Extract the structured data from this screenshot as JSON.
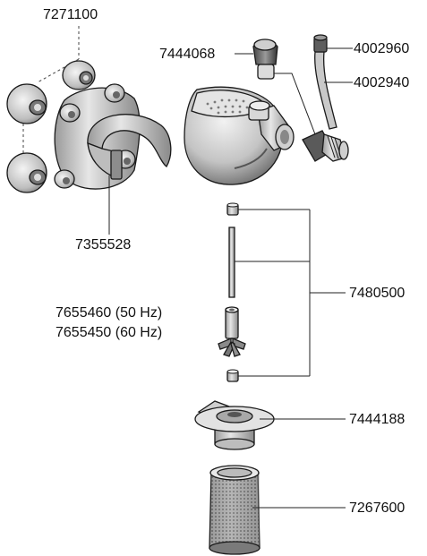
{
  "labels": {
    "suction_cups": "7271100",
    "holder": "7355528",
    "nozzle": "7444068",
    "hose_connector": "4002960",
    "hose": "4002940",
    "impeller_kit": "7480500",
    "impeller_50": "7655460 (50 Hz)",
    "impeller_60": "7655450 (60 Hz)",
    "filter_cover": "7444188",
    "filter_cartridge": "7267600"
  }
}
